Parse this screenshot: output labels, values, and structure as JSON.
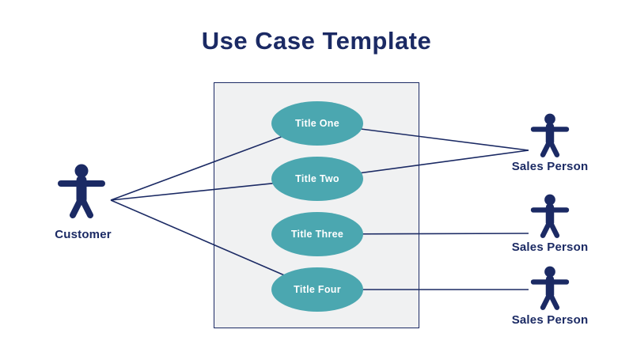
{
  "title": "Use Case Template",
  "colors": {
    "navy": "#1B2A64",
    "teal": "#4BA7B0",
    "boundary_fill": "#F0F1F2",
    "background": "#FFFFFF",
    "use_case_text": "#FFFFFF"
  },
  "use_cases": [
    {
      "id": "uc1",
      "label": "Title One"
    },
    {
      "id": "uc2",
      "label": "Title Two"
    },
    {
      "id": "uc3",
      "label": "Title Three"
    },
    {
      "id": "uc4",
      "label": "Title Four"
    }
  ],
  "actors": [
    {
      "id": "customer",
      "label": "Customer",
      "side": "left"
    },
    {
      "id": "sales1",
      "label": "Sales Person",
      "side": "right"
    },
    {
      "id": "sales2",
      "label": "Sales Person",
      "side": "right"
    },
    {
      "id": "sales3",
      "label": "Sales Person",
      "side": "right"
    }
  ],
  "connections": [
    {
      "from": "customer",
      "to": "uc1"
    },
    {
      "from": "customer",
      "to": "uc2"
    },
    {
      "from": "customer",
      "to": "uc4"
    },
    {
      "from": "sales1",
      "to": "uc1"
    },
    {
      "from": "sales1",
      "to": "uc2"
    },
    {
      "from": "sales2",
      "to": "uc3"
    },
    {
      "from": "sales3",
      "to": "uc4"
    }
  ]
}
